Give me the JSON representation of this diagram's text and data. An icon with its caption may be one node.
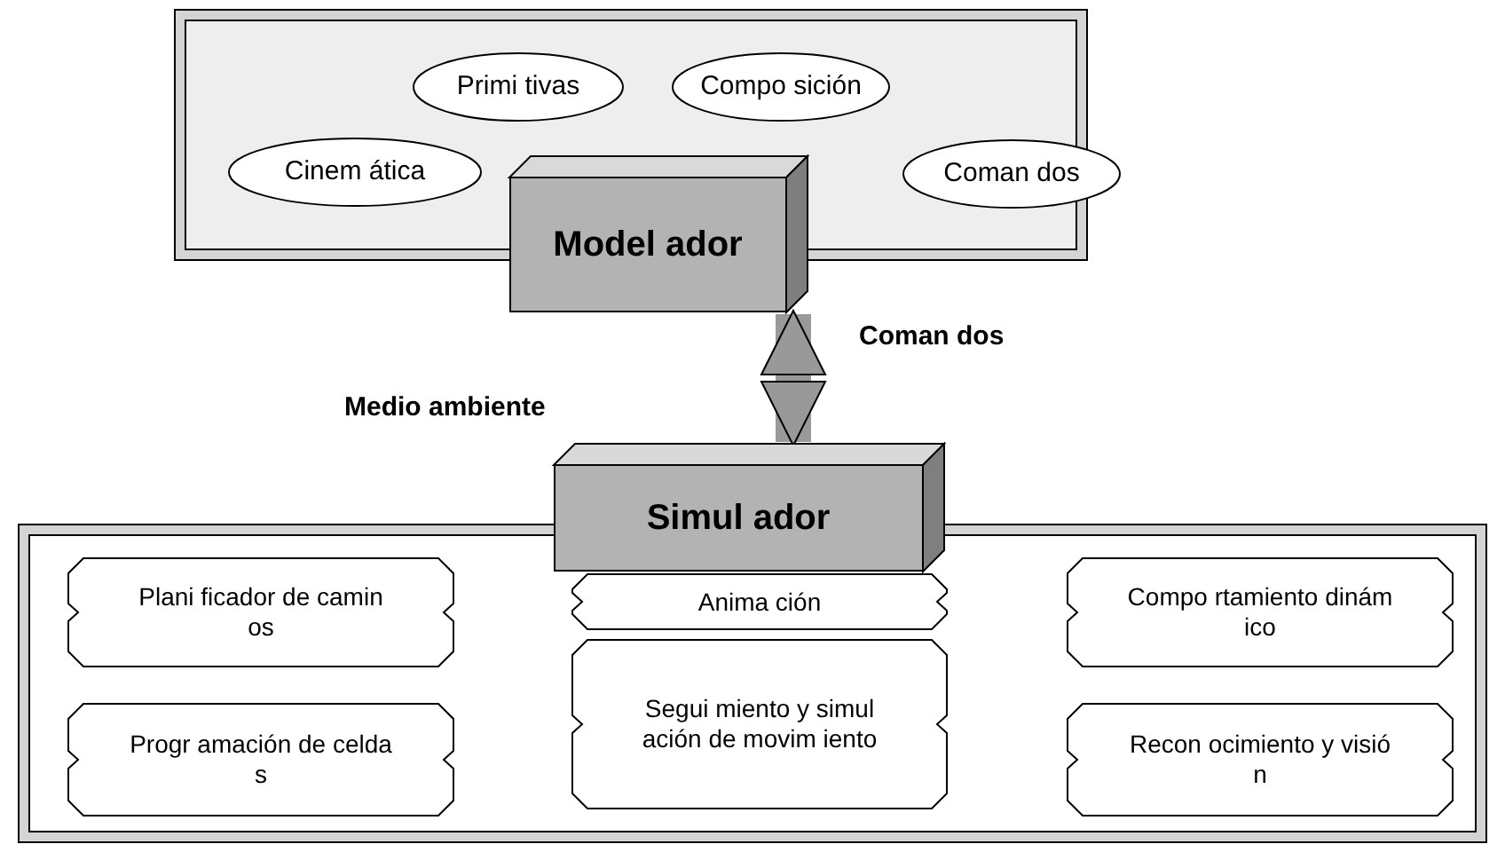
{
  "diagram": {
    "nodes": [
      {
        "text": [],
        "shape": "box"
      },
      {
        "text": [
          "Primi tivas"
        ],
        "in": 0
      },
      {
        "text": [
          "Compo sición"
        ],
        "in": 0
      },
      {
        "text": [
          "Cinem ática"
        ],
        "in": 0
      },
      {
        "text": [
          "Coman dos"
        ],
        "in": 0
      },
      {
        "text": [
          "Model ador"
        ]
      },
      {
        "text": [
          "Simul ador"
        ]
      },
      {
        "text": [],
        "shape": "box"
      },
      {
        "text": [
          "Plani ficador de camin os"
        ],
        "in": 7
      },
      {
        "text": [
          "Anima ción"
        ],
        "in": 7
      },
      {
        "text": [
          "Compo rtamiento dinám ico"
        ],
        "in": 7
      },
      {
        "text": [
          "Progr amación de celda s"
        ],
        "in": 7
      },
      {
        "text": [
          "Segui miento y simul ación de movim iento"
        ],
        "in": 7
      },
      {
        "text": [
          "Recon ocimiento y visió n"
        ],
        "in": 7
      }
    ],
    "edges": [
      {
        "from": 5,
        "to": 6,
        "arrow": "both"
      }
    ],
    "labels": [
      "Coman dos",
      "Medio ambiente"
    ]
  }
}
